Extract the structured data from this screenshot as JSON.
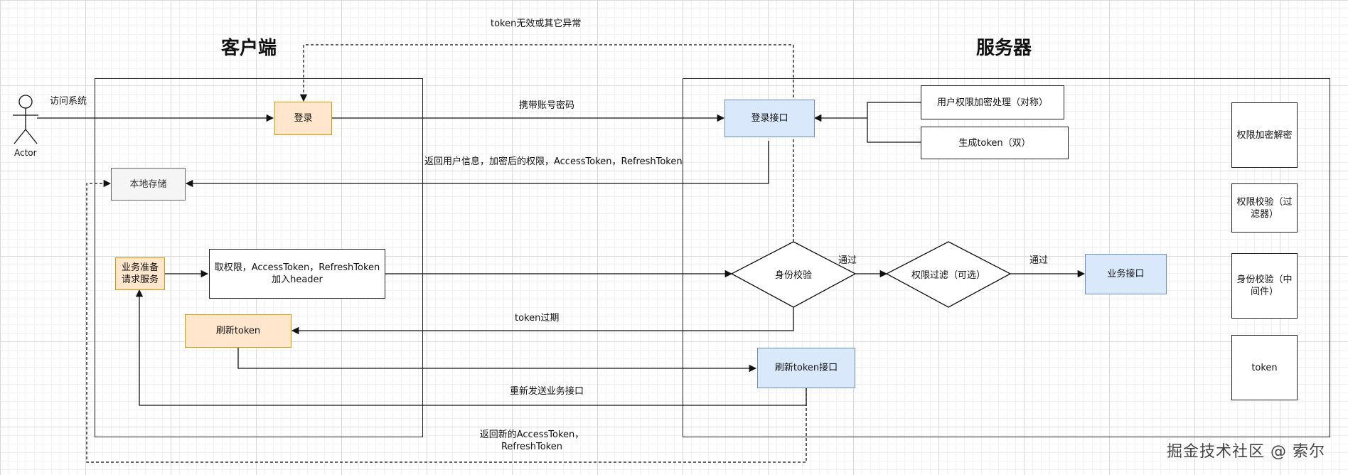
{
  "titles": {
    "client": "客户端",
    "server": "服务器"
  },
  "actor": {
    "label": "Actor"
  },
  "nodes": {
    "login": "登录",
    "local_storage": "本地存储",
    "biz_prepare": "业务准备\n请求服务",
    "fetch_tokens": "取权限，AccessToken，RefreshToken\n加入header",
    "refresh_token": "刷新token",
    "login_api": "登录接口",
    "user_perm_encrypt": "用户权限加密处理（对称）",
    "gen_token": "生成token（双）",
    "identity_check": "身份校验",
    "perm_filter": "权限过滤（可选）",
    "biz_api": "业务接口",
    "refresh_token_api": "刷新token接口",
    "legend_perm_crypto": "权限加密解密",
    "legend_perm_check": "权限校验（过\n滤器）",
    "legend_identity_check": "身份校验（中\n间件）",
    "legend_token": "token"
  },
  "edges": {
    "visit_system": "访问系统",
    "carry_credentials": "携带账号密码",
    "return_user_info": "返回用户信息，加密后的权限，AccessToken，RefreshToken",
    "token_invalid": "token无效或其它异常",
    "pass_1": "通过",
    "pass_2": "通过",
    "token_expired": "token过期",
    "resend_biz": "重新发送业务接口",
    "return_new_tokens": "返回新的AccessToken，\nRefreshToken"
  },
  "watermark": "掘金技术社区 @ 索尔"
}
